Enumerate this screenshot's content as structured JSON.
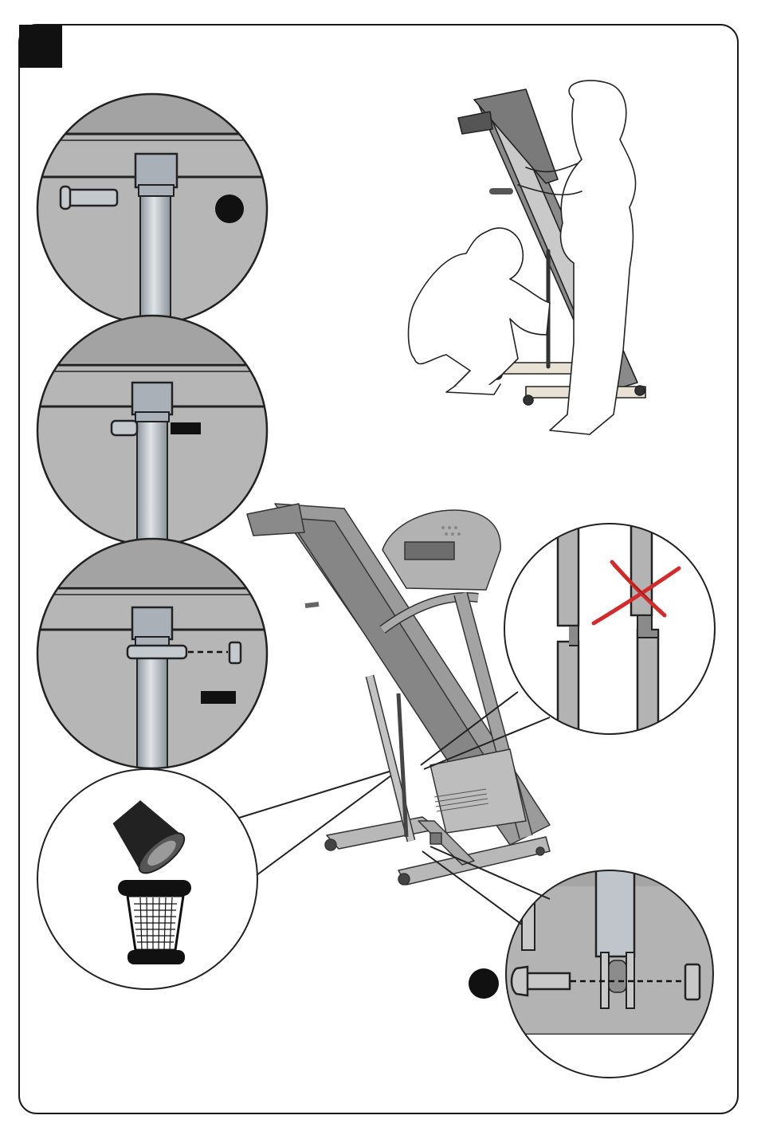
{
  "page": {
    "step_badge_text": "",
    "background_color": "#ffffff",
    "frame_color": "#1a1a1a"
  },
  "colors": {
    "detail_fill": "#b3b3b3",
    "tube_fill": "#a6adb4",
    "tube_highlight": "#d8dde2",
    "treadmill_fill": "#9b9b9b",
    "treadmill_dark": "#6e6e6e",
    "warning_red": "#d42a2a",
    "marker_black": "#111111"
  },
  "icons": {
    "step_badge": "square-black",
    "callout_marker": "circle-black",
    "do_not_x": "red-x-mark",
    "cap_part": "tube-end-cap-icon",
    "foot_part": "leveling-foot-icon"
  },
  "callouts": {
    "detail_1_label": "",
    "detail_2_label": "",
    "detail_3_label": "",
    "detail_4_label": "",
    "detail_wrong_label": "",
    "detail_bottom_label": ""
  }
}
